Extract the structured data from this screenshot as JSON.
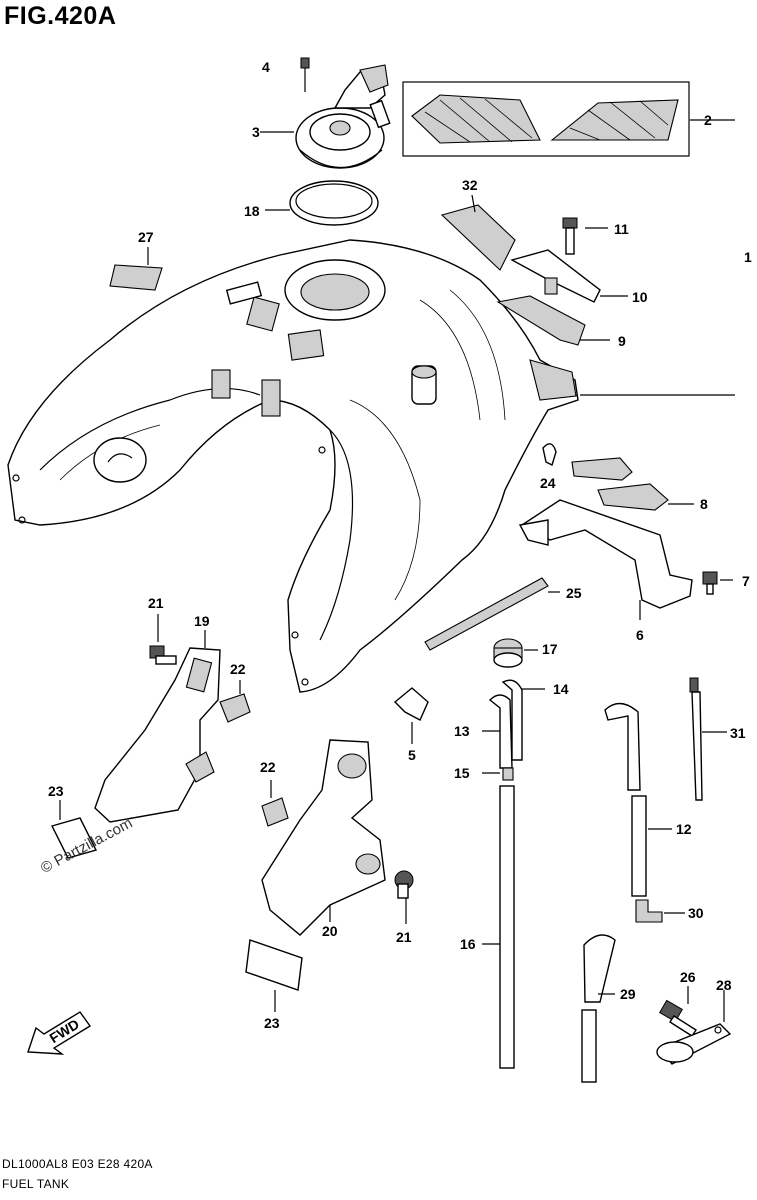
{
  "figure": {
    "title": "FIG.420A",
    "footer_code": "DL1000AL8 E03 E28 420A",
    "footer_name": "FUEL TANK",
    "watermark": "© Partzilla.com",
    "fwd_label": "FWD"
  },
  "callouts": {
    "c1": "1",
    "c2": "2",
    "c3": "3",
    "c4": "4",
    "c5": "5",
    "c6": "6",
    "c7": "7",
    "c8": "8",
    "c9": "9",
    "c10": "10",
    "c11": "11",
    "c12": "12",
    "c13": "13",
    "c14": "14",
    "c15": "15",
    "c16": "16",
    "c17": "17",
    "c18": "18",
    "c19": "19",
    "c20": "20",
    "c21a": "21",
    "c21b": "21",
    "c22a": "22",
    "c22b": "22",
    "c23a": "23",
    "c23b": "23",
    "c24": "24",
    "c25": "25",
    "c26": "26",
    "c27": "27",
    "c28": "28",
    "c29": "29",
    "c30": "30",
    "c31": "31",
    "c32": "32"
  }
}
